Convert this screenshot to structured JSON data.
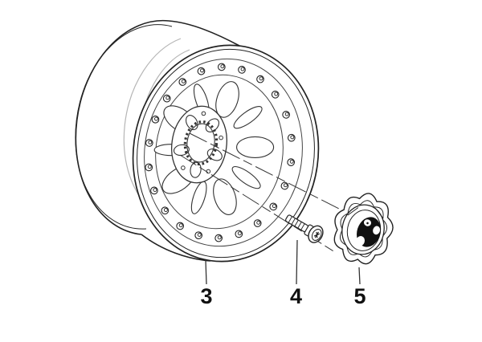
{
  "diagram": {
    "type": "exploded-parts-line-drawing",
    "background": "#ffffff",
    "line_color": "#222222",
    "light_line_color": "#b5b5b5",
    "emblem_color": "#111111",
    "parts": [
      {
        "label": "3",
        "name": "alloy-wheel"
      },
      {
        "label": "4",
        "name": "wheel-bolt"
      },
      {
        "label": "5",
        "name": "hub-cap"
      }
    ]
  }
}
